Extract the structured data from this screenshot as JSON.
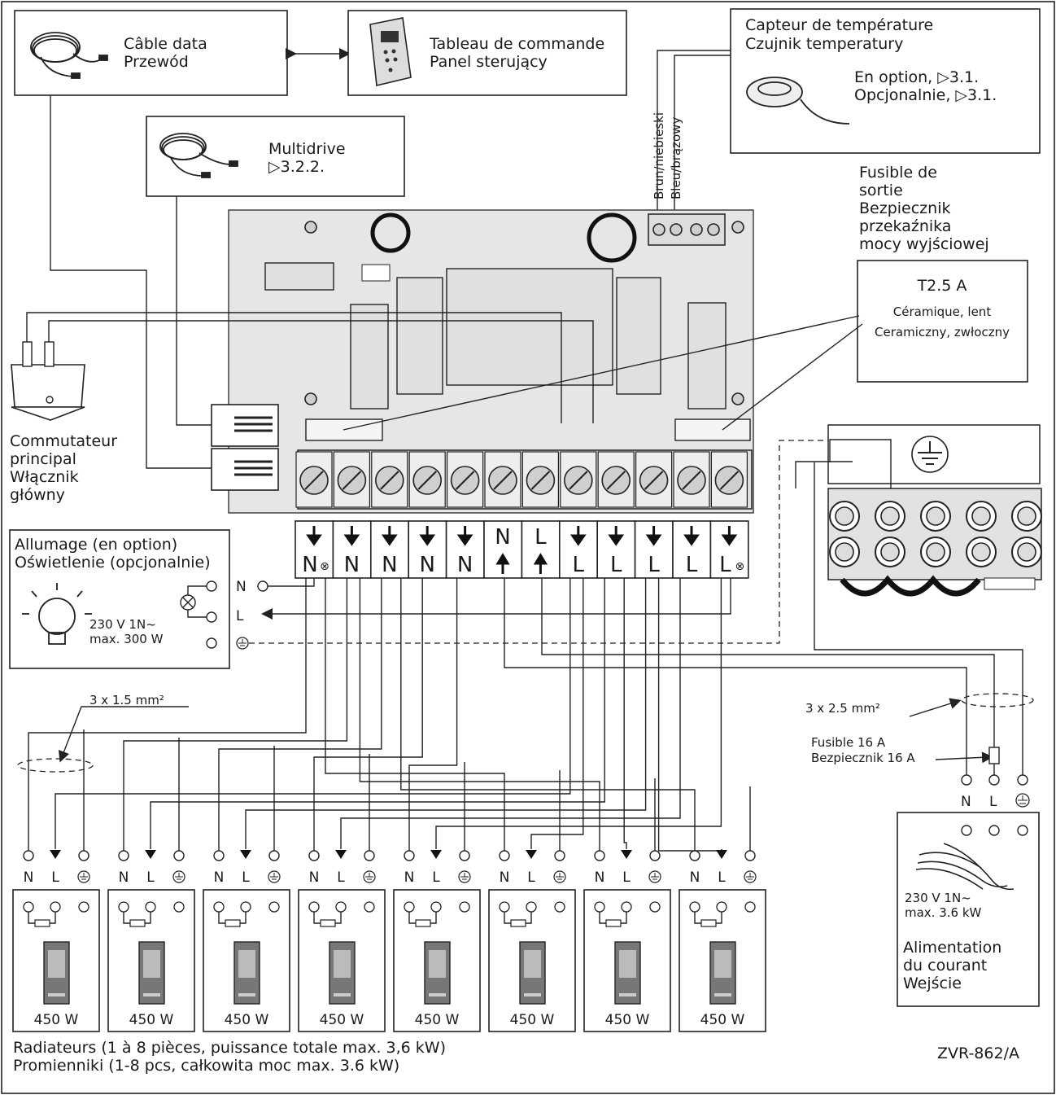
{
  "cable_data": {
    "label_fr": "Câble data",
    "label_pl": "Przewód"
  },
  "control_panel": {
    "label_fr": "Tableau de commande",
    "label_pl": "Panel sterujący"
  },
  "temp_sensor": {
    "title_fr": "Capteur de température",
    "title_pl": "Czujnik temperatury",
    "option_fr": "En option, ▷3.1.",
    "option_pl": "Opcjonalnie, ▷3.1."
  },
  "multidrive": {
    "label": "Multidrive",
    "ref": "▷3.2.2."
  },
  "sensor_wires": {
    "wire1": "Brun/niebieski",
    "wire2": "Bleu/brązowy"
  },
  "output_fuse": {
    "title": [
      "Fusible de",
      "sortie",
      "Bezpiecznik",
      "przekaźnika",
      "mocy wyjściowej"
    ],
    "rating": "T2.5 A",
    "type_fr": "Céramique, lent",
    "type_pl": "Ceramiczny, zwłoczny"
  },
  "main_switch": {
    "label": [
      "Commutateur",
      "principal",
      "Włącznik",
      "główny"
    ]
  },
  "lighting": {
    "title_fr": "Allumage (en option)",
    "title_pl": "Oświetlenie (opcjonalnie)",
    "spec1": "230 V 1N~",
    "spec2": "max. 300 W",
    "term_n": "N",
    "term_l": "L"
  },
  "terminal_block": {
    "labels": [
      "N",
      "N",
      "N",
      "N",
      "N",
      "N",
      "L",
      "L",
      "L",
      "L",
      "L",
      "L"
    ],
    "suffix_first": "⊗",
    "suffix_last": "⊗"
  },
  "cable_small": "3 x 1.5 mm²",
  "cable_large": "3 x 2.5 mm²",
  "input_fuse": {
    "label_fr": "Fusible 16 A",
    "label_pl": "Bezpiecznik 16 A"
  },
  "supply": {
    "term_n": "N",
    "term_l": "L",
    "spec1": "230 V 1N~",
    "spec2": "max. 3.6 kW",
    "label": [
      "Alimentation",
      "du courant",
      "Wejście"
    ]
  },
  "heaters": {
    "terminal_n": "N",
    "terminal_l": "L",
    "items": [
      {
        "power": "450 W"
      },
      {
        "power": "450 W"
      },
      {
        "power": "450 W"
      },
      {
        "power": "450 W"
      },
      {
        "power": "450 W"
      },
      {
        "power": "450 W"
      },
      {
        "power": "450 W"
      },
      {
        "power": "450 W"
      }
    ]
  },
  "footer": {
    "line_fr": "Radiateurs (1 à 8 pièces, puissance totale max. 3,6 kW)",
    "line_pl": "Promienniki (1-8 pcs, całkowita moc max. 3.6 kW)",
    "code": "ZVR-862/A"
  }
}
